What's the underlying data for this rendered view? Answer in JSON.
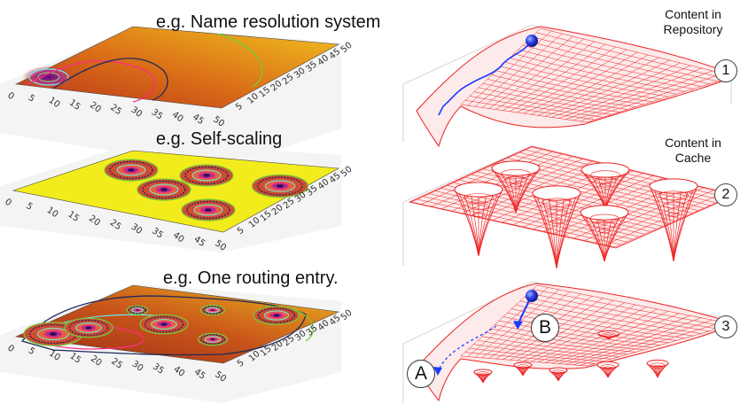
{
  "left_panels": [
    {
      "caption": "e.g. Name resolution system",
      "axis": {
        "x_ticks": [
          "0",
          "5",
          "10",
          "15",
          "20",
          "25",
          "30",
          "35",
          "40",
          "45",
          "50"
        ],
        "y_ticks": [
          "5",
          "10",
          "15",
          "20",
          "25",
          "30",
          "35",
          "40",
          "45",
          "50"
        ]
      }
    },
    {
      "caption": "e.g. Self-scaling",
      "axis": {
        "x_ticks": [
          "0",
          "5",
          "10",
          "15",
          "20",
          "25",
          "30",
          "35",
          "40",
          "45",
          "50"
        ],
        "y_ticks": [
          "5",
          "10",
          "15",
          "20",
          "25",
          "30",
          "35",
          "40",
          "45",
          "50"
        ]
      }
    },
    {
      "caption": "e.g. One routing entry.",
      "axis": {
        "x_ticks": [
          "0",
          "5",
          "10",
          "15",
          "20",
          "25",
          "30",
          "35",
          "40",
          "45",
          "50"
        ],
        "y_ticks": [
          "5",
          "10",
          "15",
          "20",
          "25",
          "30",
          "35",
          "40",
          "45",
          "50"
        ]
      }
    }
  ],
  "right_panels": [
    {
      "label_lines": [
        "Content in",
        "Repository"
      ],
      "badge": "1"
    },
    {
      "label_lines": [
        "Content in",
        "Cache"
      ],
      "badge": "2"
    },
    {
      "label_lines": [],
      "badge": "3"
    }
  ],
  "point_labels": {
    "a": "A",
    "b": "B"
  },
  "colors": {
    "mesh": "#ee2222",
    "ball": "#2233dd",
    "path": "#1a3cff",
    "plane_warm": "#e79a1f",
    "plane_yellow": "#f3ec1c"
  }
}
